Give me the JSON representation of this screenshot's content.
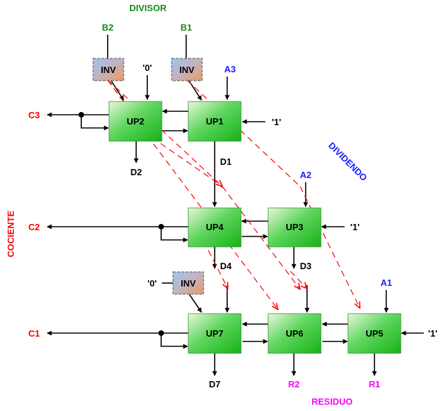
{
  "titles": {
    "divisor": "DIVISOR",
    "dividendo": "DIVIDENDO",
    "cociente": "COCIENTE",
    "residuo": "RESIDUO"
  },
  "units": {
    "up1": "UP1",
    "up2": "UP2",
    "up3": "UP3",
    "up4": "UP4",
    "up5": "UP5",
    "up6": "UP6",
    "up7": "UP7"
  },
  "inverters": {
    "inv1": "INV",
    "inv2": "INV",
    "inv3": "INV"
  },
  "inputs": {
    "b1": "B1",
    "b2": "B2",
    "a1": "A1",
    "a2": "A2",
    "a3": "A3",
    "zero_top": "'0'",
    "zero_bottom": "'0'",
    "one_up1": "'1'",
    "one_up3": "'1'",
    "one_up5": "'1'"
  },
  "outputs": {
    "c1": "C1",
    "c2": "C2",
    "c3": "C3",
    "d1": "D1",
    "d2": "D2",
    "d3": "D3",
    "d4": "D4",
    "d7": "D7",
    "r1": "R1",
    "r2": "R2"
  },
  "colors": {
    "green_label": "#1a8a1a",
    "blue_label": "#1a1aff",
    "red_label": "#ff0000",
    "magenta_label": "#ff00ff",
    "up_fill_light": "#e6f5d5",
    "up_fill_dark": "#22c322",
    "inv_fill_left": "#9ec0e8",
    "inv_fill_right": "#e89a66"
  }
}
